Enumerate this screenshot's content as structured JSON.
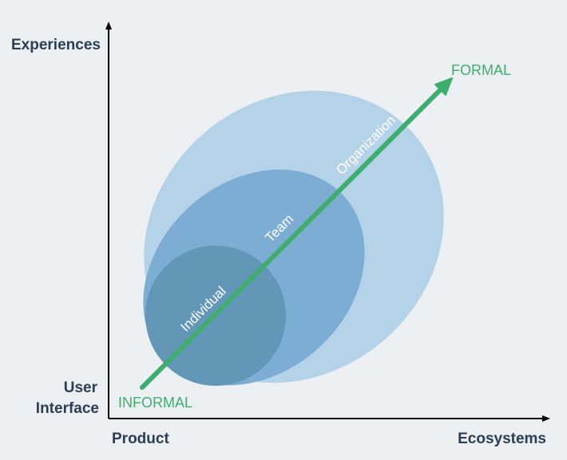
{
  "axes": {
    "y_top": "Experiences",
    "y_bottom_line1": "User",
    "y_bottom_line2": "Interface",
    "x_left": "Product",
    "x_right": "Ecosystems"
  },
  "levels": [
    {
      "key": "organization",
      "label": "Organization"
    },
    {
      "key": "team",
      "label": "Team"
    },
    {
      "key": "individual",
      "label": "Individual"
    }
  ],
  "arrow": {
    "start_label": "INFORMAL",
    "end_label": "FORMAL"
  },
  "colors": {
    "background": "#ecf0f3",
    "axis": "#000000",
    "axis_text": "#2c3e55",
    "organization": "#b5d3e8",
    "team": "#7eadd4",
    "individual": "#6397b8",
    "arrow": "#3dae6e"
  }
}
